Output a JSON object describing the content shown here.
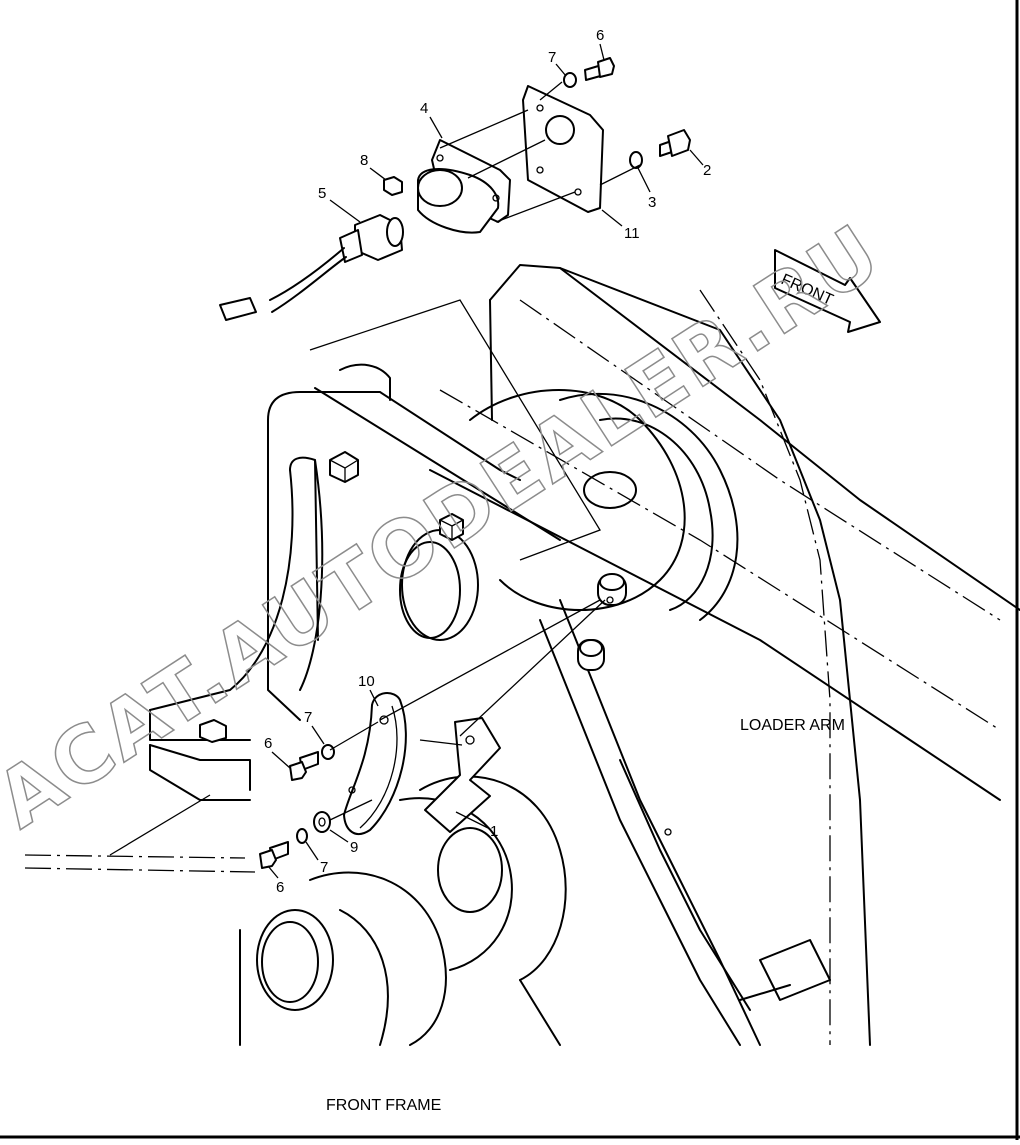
{
  "diagram": {
    "labels": {
      "front_frame": "FRONT FRAME",
      "loader_arm": "LOADER ARM",
      "front_arrow": "FRONT"
    },
    "watermark": "ACAT.AUTODEALER.RU",
    "callouts": {
      "c1": "1",
      "c2": "2",
      "c3": "3",
      "c4": "4",
      "c5": "5",
      "c6_top": "6",
      "c6_mid": "6",
      "c6_bottom": "6",
      "c7_top": "7",
      "c7_mid": "7",
      "c7_bottom": "7",
      "c8": "8",
      "c9": "9",
      "c10": "10",
      "c11": "11"
    }
  }
}
